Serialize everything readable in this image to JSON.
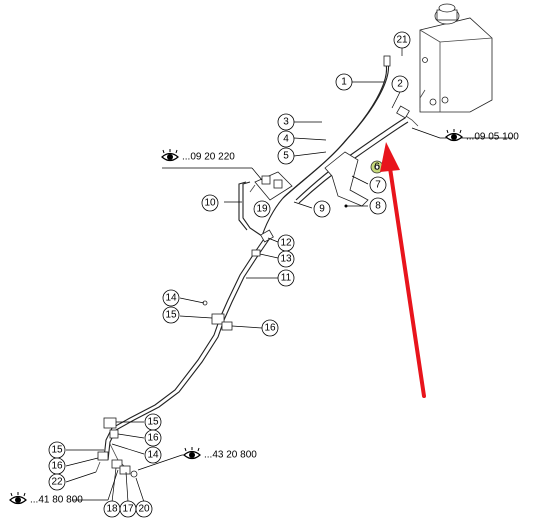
{
  "callouts": [
    {
      "id": "c21",
      "label": "21"
    },
    {
      "id": "c1",
      "label": "1"
    },
    {
      "id": "c2",
      "label": "2"
    },
    {
      "id": "c3",
      "label": "3"
    },
    {
      "id": "c4",
      "label": "4"
    },
    {
      "id": "c5",
      "label": "5"
    },
    {
      "id": "c6",
      "label": "6"
    },
    {
      "id": "c7",
      "label": "7"
    },
    {
      "id": "c8",
      "label": "8"
    },
    {
      "id": "c9",
      "label": "9"
    },
    {
      "id": "c10",
      "label": "10"
    },
    {
      "id": "c19",
      "label": "19"
    },
    {
      "id": "c12",
      "label": "12"
    },
    {
      "id": "c13",
      "label": "13"
    },
    {
      "id": "c11",
      "label": "11"
    },
    {
      "id": "c14a",
      "label": "14"
    },
    {
      "id": "c15a",
      "label": "15"
    },
    {
      "id": "c16a",
      "label": "16"
    },
    {
      "id": "c15b",
      "label": "15"
    },
    {
      "id": "c16b",
      "label": "16"
    },
    {
      "id": "c14b",
      "label": "14"
    },
    {
      "id": "c15c",
      "label": "15"
    },
    {
      "id": "c16c",
      "label": "16"
    },
    {
      "id": "c22",
      "label": "22"
    },
    {
      "id": "c18",
      "label": "18"
    },
    {
      "id": "c17",
      "label": "17"
    },
    {
      "id": "c20",
      "label": "20"
    }
  ],
  "references": [
    {
      "id": "r1",
      "text": "...09 20 220"
    },
    {
      "id": "r2",
      "text": "...09 05 100"
    },
    {
      "id": "r3",
      "text": "...43 20 800"
    },
    {
      "id": "r4",
      "text": "...41 80 800"
    }
  ],
  "icons": {
    "reference": "eye-icon"
  },
  "colors": {
    "arrow": "#e8141c",
    "highlight": "#c6d97a"
  }
}
